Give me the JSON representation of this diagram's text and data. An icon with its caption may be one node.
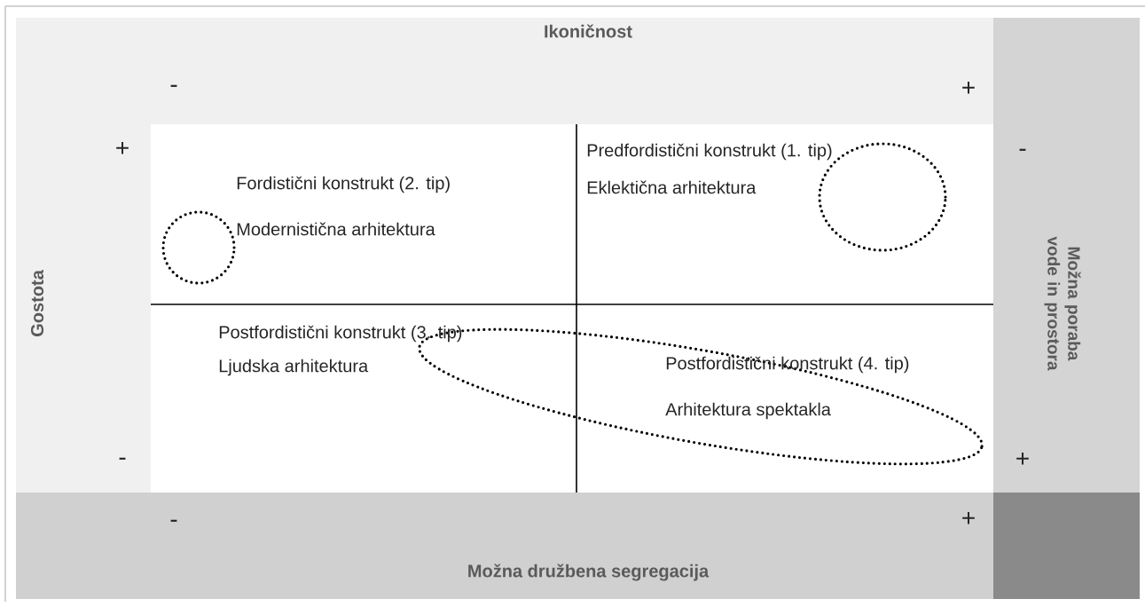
{
  "diagram": {
    "nodes": [
      {
        "text": [],
        "shape": "circle"
      },
      {
        "text": [],
        "shape": "ellipse"
      },
      {
        "text": [],
        "shape": "ellipse"
      }
    ],
    "labels": [
      "Ikoničnost",
      "-",
      "+",
      "+",
      "-",
      "Predfordistični konstrukt (1. tip)",
      "Fordistični konstrukt (2. tip)",
      "Eklektična arhitektura",
      "Modernistična arhitektura",
      "Gostota",
      "Možna poraba vode in prostora",
      "Postfordistični konstrukt (3. tip)",
      "Ljudska arhitektura",
      "Postfordistični konstrukt (4. tip)",
      "Arhitektura spektakla",
      "-",
      "+",
      "-",
      "+",
      "Možna družbena segregacija"
    ]
  }
}
